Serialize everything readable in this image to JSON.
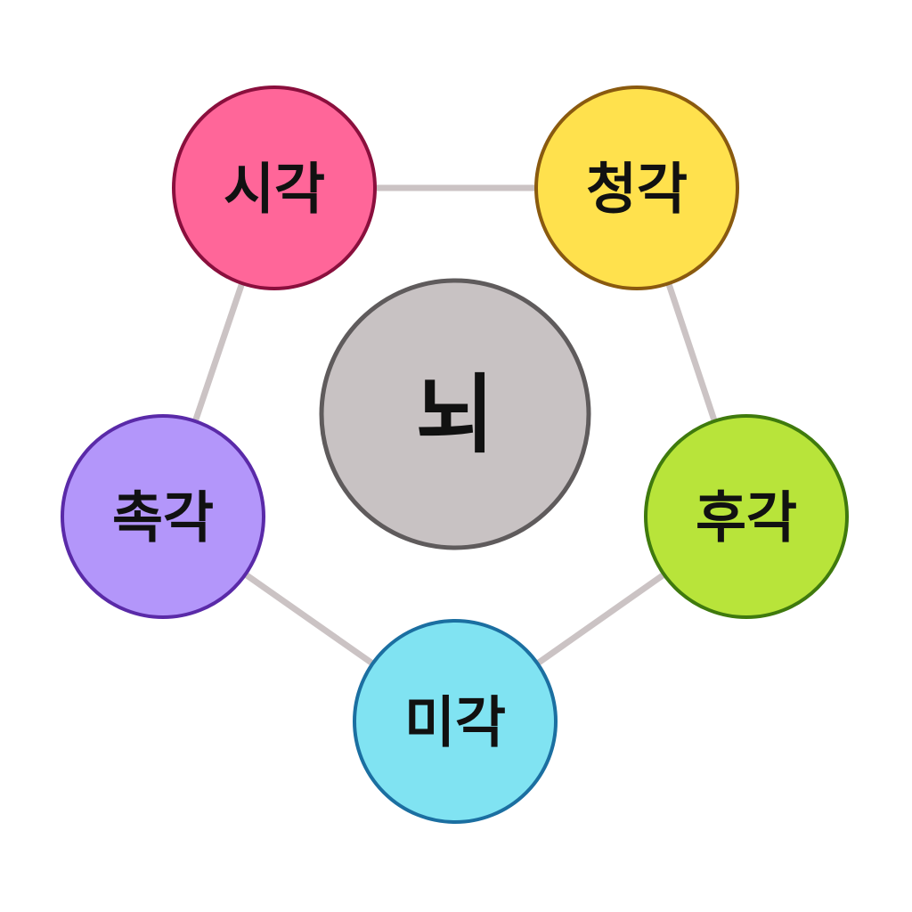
{
  "center": {
    "label": "뇌",
    "fill": "#c8c2c3",
    "stroke": "#5f5b5c"
  },
  "senses": [
    {
      "id": "sight",
      "label": "시각",
      "fill": "#ff6699",
      "stroke": "#8a0f3d"
    },
    {
      "id": "hearing",
      "label": "청각",
      "fill": "#ffe14d",
      "stroke": "#8a5a0f"
    },
    {
      "id": "smell",
      "label": "후각",
      "fill": "#b8e43a",
      "stroke": "#3f7a0d"
    },
    {
      "id": "taste",
      "label": "미각",
      "fill": "#80e3f2",
      "stroke": "#1b6fa1"
    },
    {
      "id": "touch",
      "label": "촉각",
      "fill": "#b396fa",
      "stroke": "#5a2aa8"
    }
  ],
  "connector_color": "#cbc3c4"
}
